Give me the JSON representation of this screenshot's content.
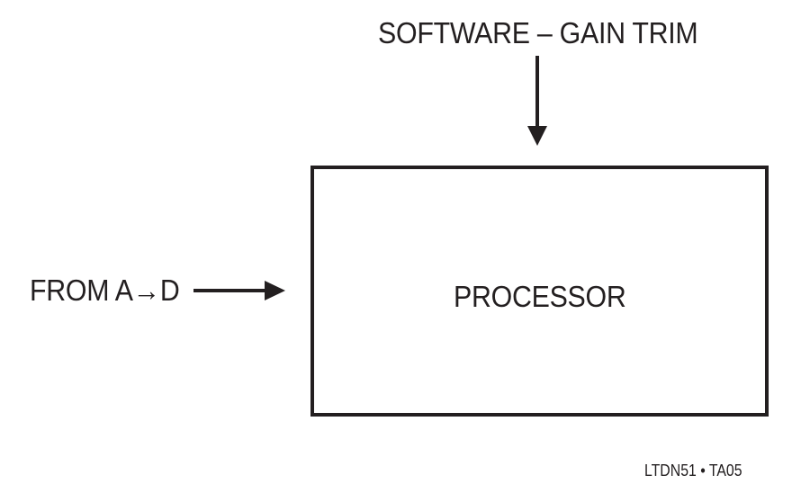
{
  "diagram": {
    "top_input_label": "SOFTWARE – GAIN TRIM",
    "left_input_label": "FROM A→D",
    "block_label": "PROCESSOR",
    "figure_id": "LTDN51 • TA05"
  }
}
